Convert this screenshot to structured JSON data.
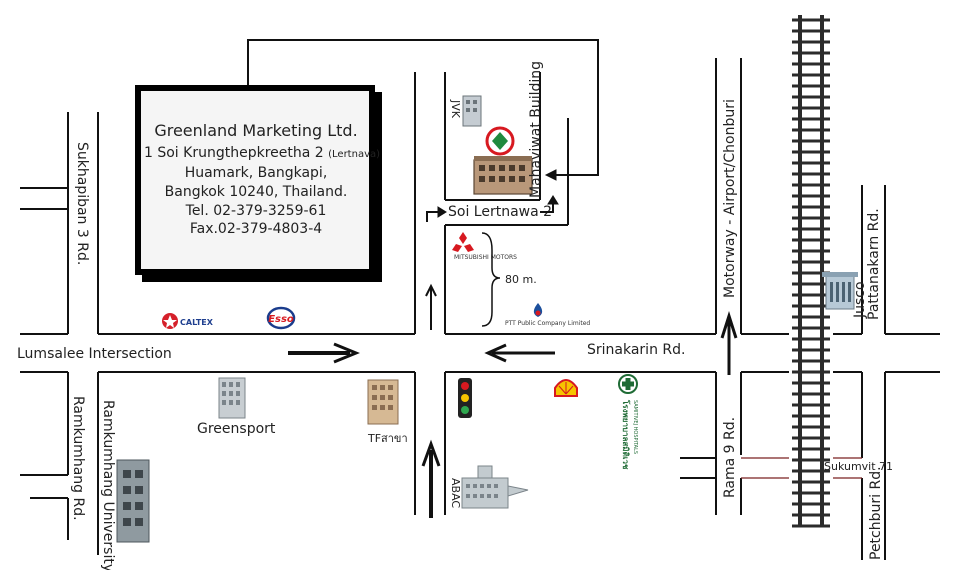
{
  "company": {
    "name": "Greenland Marketing Ltd.",
    "address_line1": "1 Soi Krungthepkreetha 2",
    "address_line1_note": "(Lertnava)",
    "address_line2": "Huamark, Bangkapi,",
    "address_line3": "Bangkok 10240, Thailand.",
    "tel": "Tel. 02-379-3259-61",
    "fax": "Fax.02-379-4803-4"
  },
  "roads": {
    "sukhapiban": "Sukhapiban 3 Rd.",
    "lumsalee": "Lumsalee Intersection",
    "srinakarin": "Srinakarin Rd.",
    "ramkumhang_univ": "Ramkumhang University",
    "ramkumhang_rd": "Ramkumhang Rd.",
    "soi_lertnawa": "Soi Lertnawa 2",
    "motorway": "Motorway - Airport/Chonburi",
    "rama9": "Rama 9 Rd.",
    "pattanakarn": "Pattanakarn Rd.",
    "petchburi": "Petchburi Rd.",
    "sukumvit71": "Sukumvit 71"
  },
  "landmarks": {
    "mahaviwat": "Mahaviwat Building",
    "jvk": "JVK",
    "greensport": "Greensport",
    "tf": "TFสาขา",
    "abac": "ABAC",
    "jusco": "Jusco",
    "caltex": "CALTEX",
    "esso": "Esso",
    "mitsubishi": "MITSUBISHI MOTORS",
    "ptt": "PTT Public Company Limited",
    "samitivej": "SAMITIVEJ HOSPITALS",
    "samitivej_thai": "โรงพยาบาลสมิติเวช",
    "distance": "80 m."
  },
  "colors": {
    "road_line": "#111111",
    "rail_tie": "#2b2b2b",
    "caltex_red": "#d5202a",
    "caltex_blue": "#1f3f8f",
    "esso_red": "#d71920",
    "esso_blue": "#1a3c8c",
    "shell_yellow": "#f6c400",
    "shell_red": "#d71920",
    "hospital_green": "#1f6b35",
    "ptt_blue": "#1c4f9c",
    "building_tan": "#b9987a",
    "building_gray": "#8f9aa0"
  }
}
